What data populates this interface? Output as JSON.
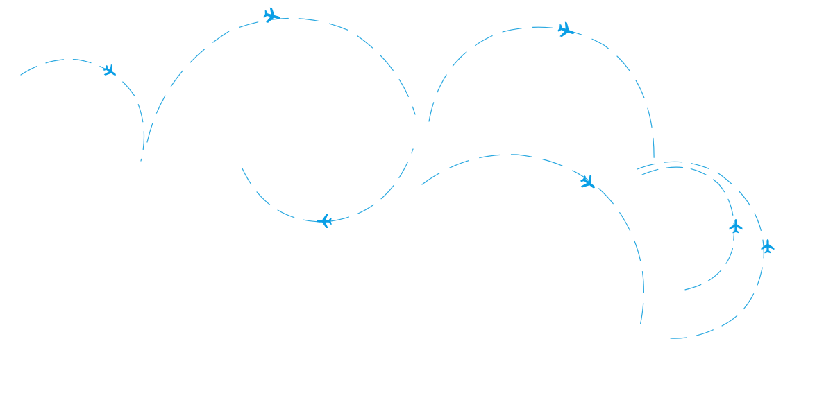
{
  "colors": {
    "route": "#29a8e0",
    "plane": "#0a9fe6",
    "background": "#ffffff"
  },
  "icons": {
    "plane": "airplane-icon"
  },
  "routes": [
    {
      "name": "route-1"
    },
    {
      "name": "route-2"
    },
    {
      "name": "route-3"
    },
    {
      "name": "route-4"
    },
    {
      "name": "route-5"
    },
    {
      "name": "route-6"
    },
    {
      "name": "route-7"
    }
  ]
}
